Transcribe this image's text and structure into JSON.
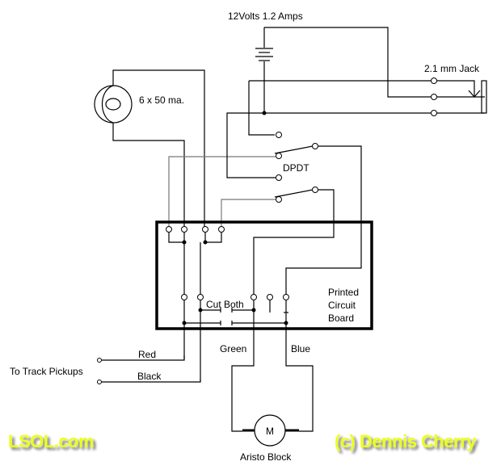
{
  "diagram": {
    "power_label": "12Volts 1.2 Amps",
    "jack_label": "2.1 mm Jack",
    "lamp_label": "6 x 50 ma.",
    "switch_label": "DPDT",
    "pcb_label_lines": [
      "Printed",
      "Circuit",
      "Board"
    ],
    "cut_label": "Cut Both",
    "wire_labels": {
      "red": "Red",
      "black": "Black",
      "green": "Green",
      "blue": "Blue"
    },
    "track_label": "To Track Pickups",
    "motor_symbol": "M",
    "motor_label": "Aristo Block",
    "components": [
      "battery",
      "dc-jack",
      "lamp",
      "dpdt-switch",
      "printed-circuit-board",
      "motor"
    ]
  },
  "credits": {
    "site": "LSOL.com",
    "author": "(c) Dennis Cherry"
  },
  "colors": {
    "wire": "#000000",
    "wire_gray": "#777777",
    "logo": "#eaff1a",
    "background": "#ffffff"
  }
}
